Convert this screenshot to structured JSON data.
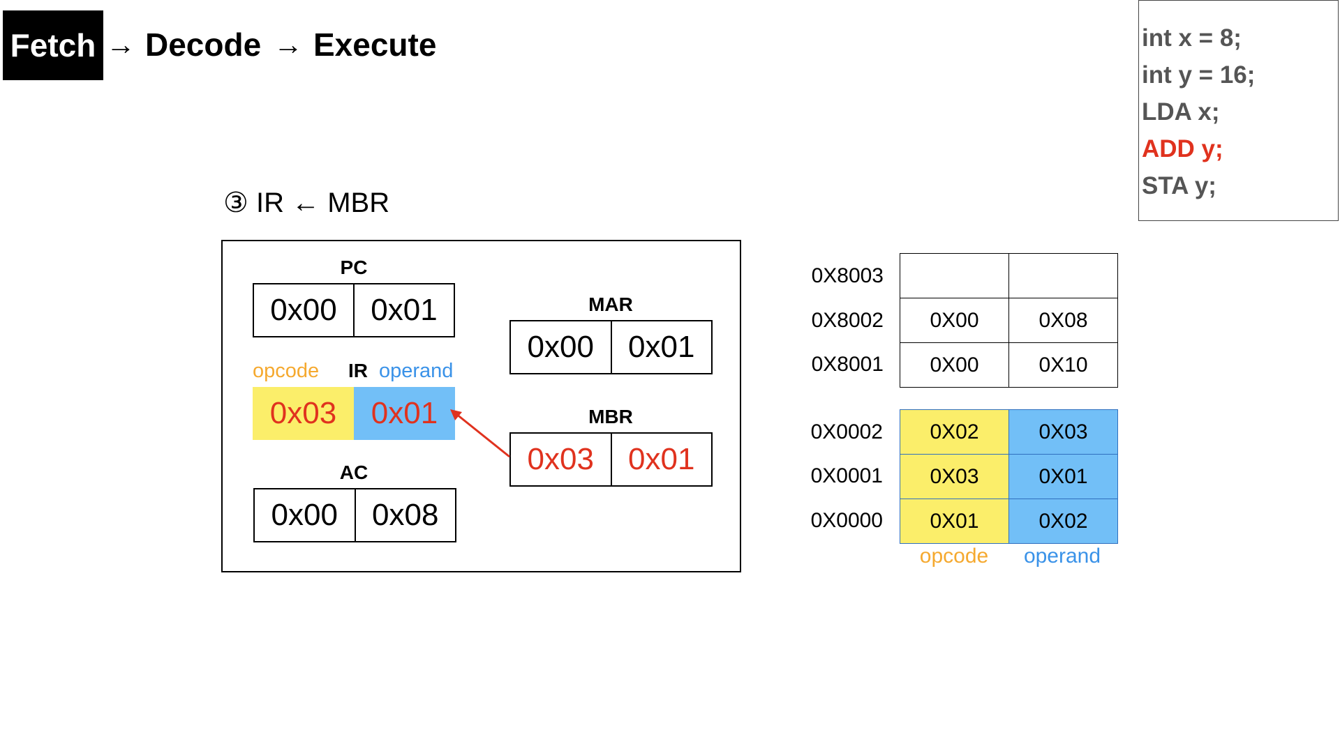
{
  "header": {
    "stages": [
      "Fetch",
      "Decode",
      "Execute"
    ],
    "arrow": "→",
    "active_stage": "Fetch"
  },
  "step": "③ IR ← MBR",
  "code": {
    "lines": [
      "int x = 8;",
      "int y = 16;",
      "LDA x;",
      "ADD y;",
      "STA y;"
    ],
    "active_line": "ADD y;"
  },
  "cpu": {
    "pc": {
      "label": "PC",
      "high": "0x00",
      "low": "0x01"
    },
    "mar": {
      "label": "MAR",
      "high": "0x00",
      "low": "0x01"
    },
    "ir": {
      "label": "IR",
      "opcode_label": "opcode",
      "operand_label": "operand",
      "opcode": "0x03",
      "operand": "0x01"
    },
    "mbr": {
      "label": "MBR",
      "high": "0x03",
      "low": "0x01"
    },
    "ac": {
      "label": "AC",
      "high": "0x00",
      "low": "0x08"
    }
  },
  "memory": {
    "data_rows": [
      {
        "address": "0X8003",
        "high": "",
        "low": ""
      },
      {
        "address": "0X8002",
        "high": "0X00",
        "low": "0X08"
      },
      {
        "address": "0X8001",
        "high": "0X00",
        "low": "0X10"
      }
    ],
    "code_rows": [
      {
        "address": "0X0002",
        "opcode": "0X02",
        "operand": "0X03"
      },
      {
        "address": "0X0001",
        "opcode": "0X03",
        "operand": "0X01"
      },
      {
        "address": "0X0000",
        "opcode": "0X01",
        "operand": "0X02"
      }
    ],
    "opcode_caption": "opcode",
    "operand_caption": "operand"
  },
  "colors": {
    "highlight_red": "#e0321e",
    "opcode_yellow": "#fbee6a",
    "operand_blue": "#72bff7",
    "opcode_text": "#f5a92f",
    "operand_text": "#3a92e8"
  }
}
